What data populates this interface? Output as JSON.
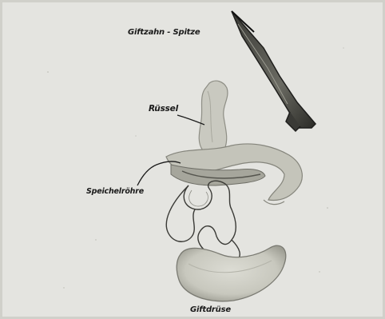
{
  "labels": {
    "fang_tip": "Giftzahn - Spitze",
    "proboscis": "Rüssel",
    "salivary_duct": "Speichelröhre",
    "venom_gland": "Giftdrüse"
  },
  "colors": {
    "background": "#e4e4e0",
    "tissue_light": "#cfcfc6",
    "tissue_dark": "#8a8a80",
    "ink": "#1a1a1a"
  }
}
